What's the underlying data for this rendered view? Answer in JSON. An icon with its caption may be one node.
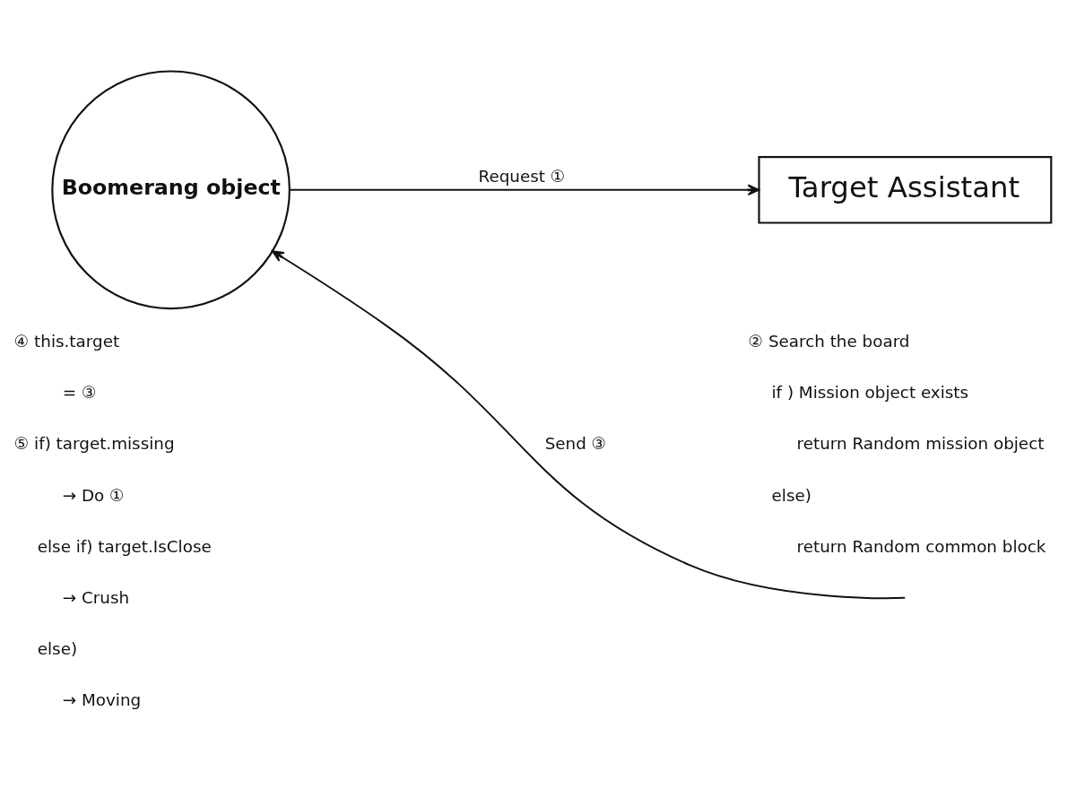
{
  "diagram": {
    "nodes": [
      {
        "text": [
          "Boomerang object"
        ]
      },
      {
        "text": [
          "Target Assistant"
        ]
      }
    ],
    "edges": [
      {
        "from": 0,
        "to": 1,
        "arrow": "to",
        "label": "Request ①"
      },
      {
        "from": null,
        "to": 0,
        "arrow": "to",
        "label": "Send ③"
      }
    ],
    "labels": [
      "② Search the board",
      "if ) Mission object exists",
      "return Random mission object",
      "else)",
      "return Random common block",
      "④ this.target",
      "= ③",
      "⑤ if) target.missing",
      "→ Do ①",
      "else if) target.IsClose",
      "→ Crush",
      "else)",
      "→ Moving"
    ]
  }
}
